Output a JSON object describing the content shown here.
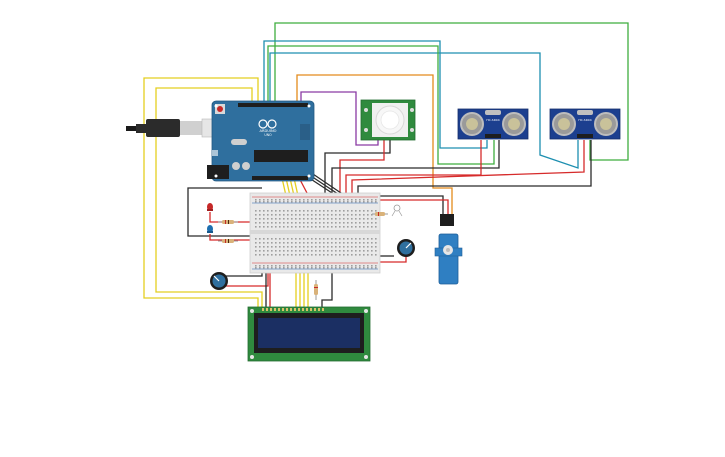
{
  "arduino": {
    "brand": "ARDUINO",
    "model": "UNO"
  },
  "ultrasonic_left": {
    "label": "HC-SR04"
  },
  "ultrasonic_right": {
    "label": "HC-SR04"
  },
  "colors": {
    "yellow": "#e4cf20",
    "green": "#3fae3f",
    "teal": "#1d8fb0",
    "orange": "#e38b1c",
    "purple": "#8a3aa3",
    "red": "#d62b2b",
    "black": "#2b2b2b",
    "board_blue": "#2f6f9e",
    "sensor_blue": "#1c3f8f",
    "pcb_green": "#2f8a3e",
    "lcd_screen": "#1b2f63"
  }
}
